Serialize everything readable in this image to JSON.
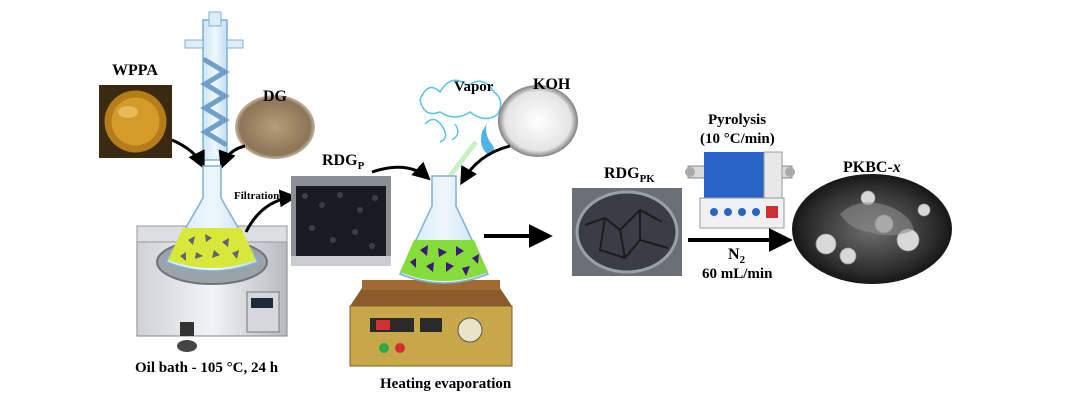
{
  "diagram": {
    "steps": {
      "oil_bath": {
        "label": "Oil bath - 105 °C, 24 h",
        "inputs": [
          "WPPA",
          "DG"
        ],
        "transfer": "Filtration"
      },
      "intermediate_1": {
        "base": "RDG",
        "sub": "P"
      },
      "heating": {
        "label": "Heating evaporation",
        "inputs": [
          "Vapor",
          "KOH"
        ]
      },
      "intermediate_2": {
        "base": "RDG",
        "sub": "PK"
      },
      "pyrolysis": {
        "title": "Pyrolysis",
        "rate": "(10 °C/min)",
        "gas_base": "N",
        "gas_sub": "2",
        "flow": "60 mL/min"
      },
      "product": {
        "base": "PKBC-",
        "suffix": "x"
      }
    },
    "colors": {
      "arrow": "#000000",
      "liquid_yellow": "#d8e83a",
      "liquid_green": "#86dc3a",
      "triangles": "#3a1a78",
      "furnace_blue": "#2a63c8"
    }
  }
}
